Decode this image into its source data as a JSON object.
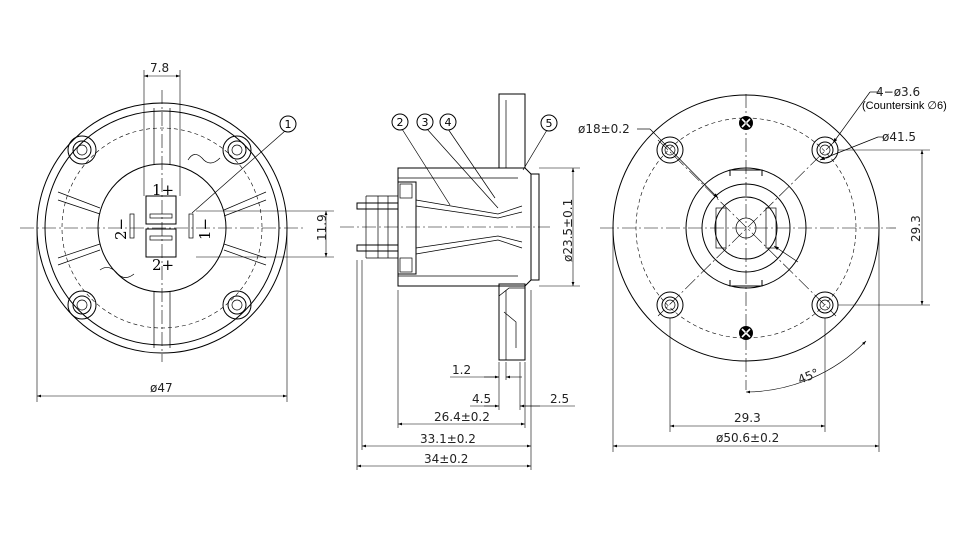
{
  "front_view": {
    "pin_spacing": "7.8",
    "height_dim": "11.9",
    "outer_diameter": "ø47",
    "pin_labels": [
      "1+",
      "2+",
      "2−",
      "1−"
    ],
    "callout_1": "1"
  },
  "side_view": {
    "callouts": [
      "2",
      "3",
      "4",
      "5"
    ],
    "body_diameter": "ø23.5±0.1",
    "dims": {
      "d1_2": "1.2",
      "d4_5": "4.5",
      "d2_5": "2.5",
      "d26_4": "26.4±0.2",
      "d33_1": "33.1±0.2",
      "d34": "34±0.2"
    }
  },
  "rear_view": {
    "hole_spec": "4−ø3.6",
    "countersink": "(Countersink ∅6)",
    "bolt_circle": "ø41.5",
    "inner_diameter": "ø18±0.2",
    "vertical_pitch": "29.3",
    "horizontal_pitch": "29.3",
    "angle": "45°",
    "outer_diameter": "ø50.6±0.2"
  }
}
